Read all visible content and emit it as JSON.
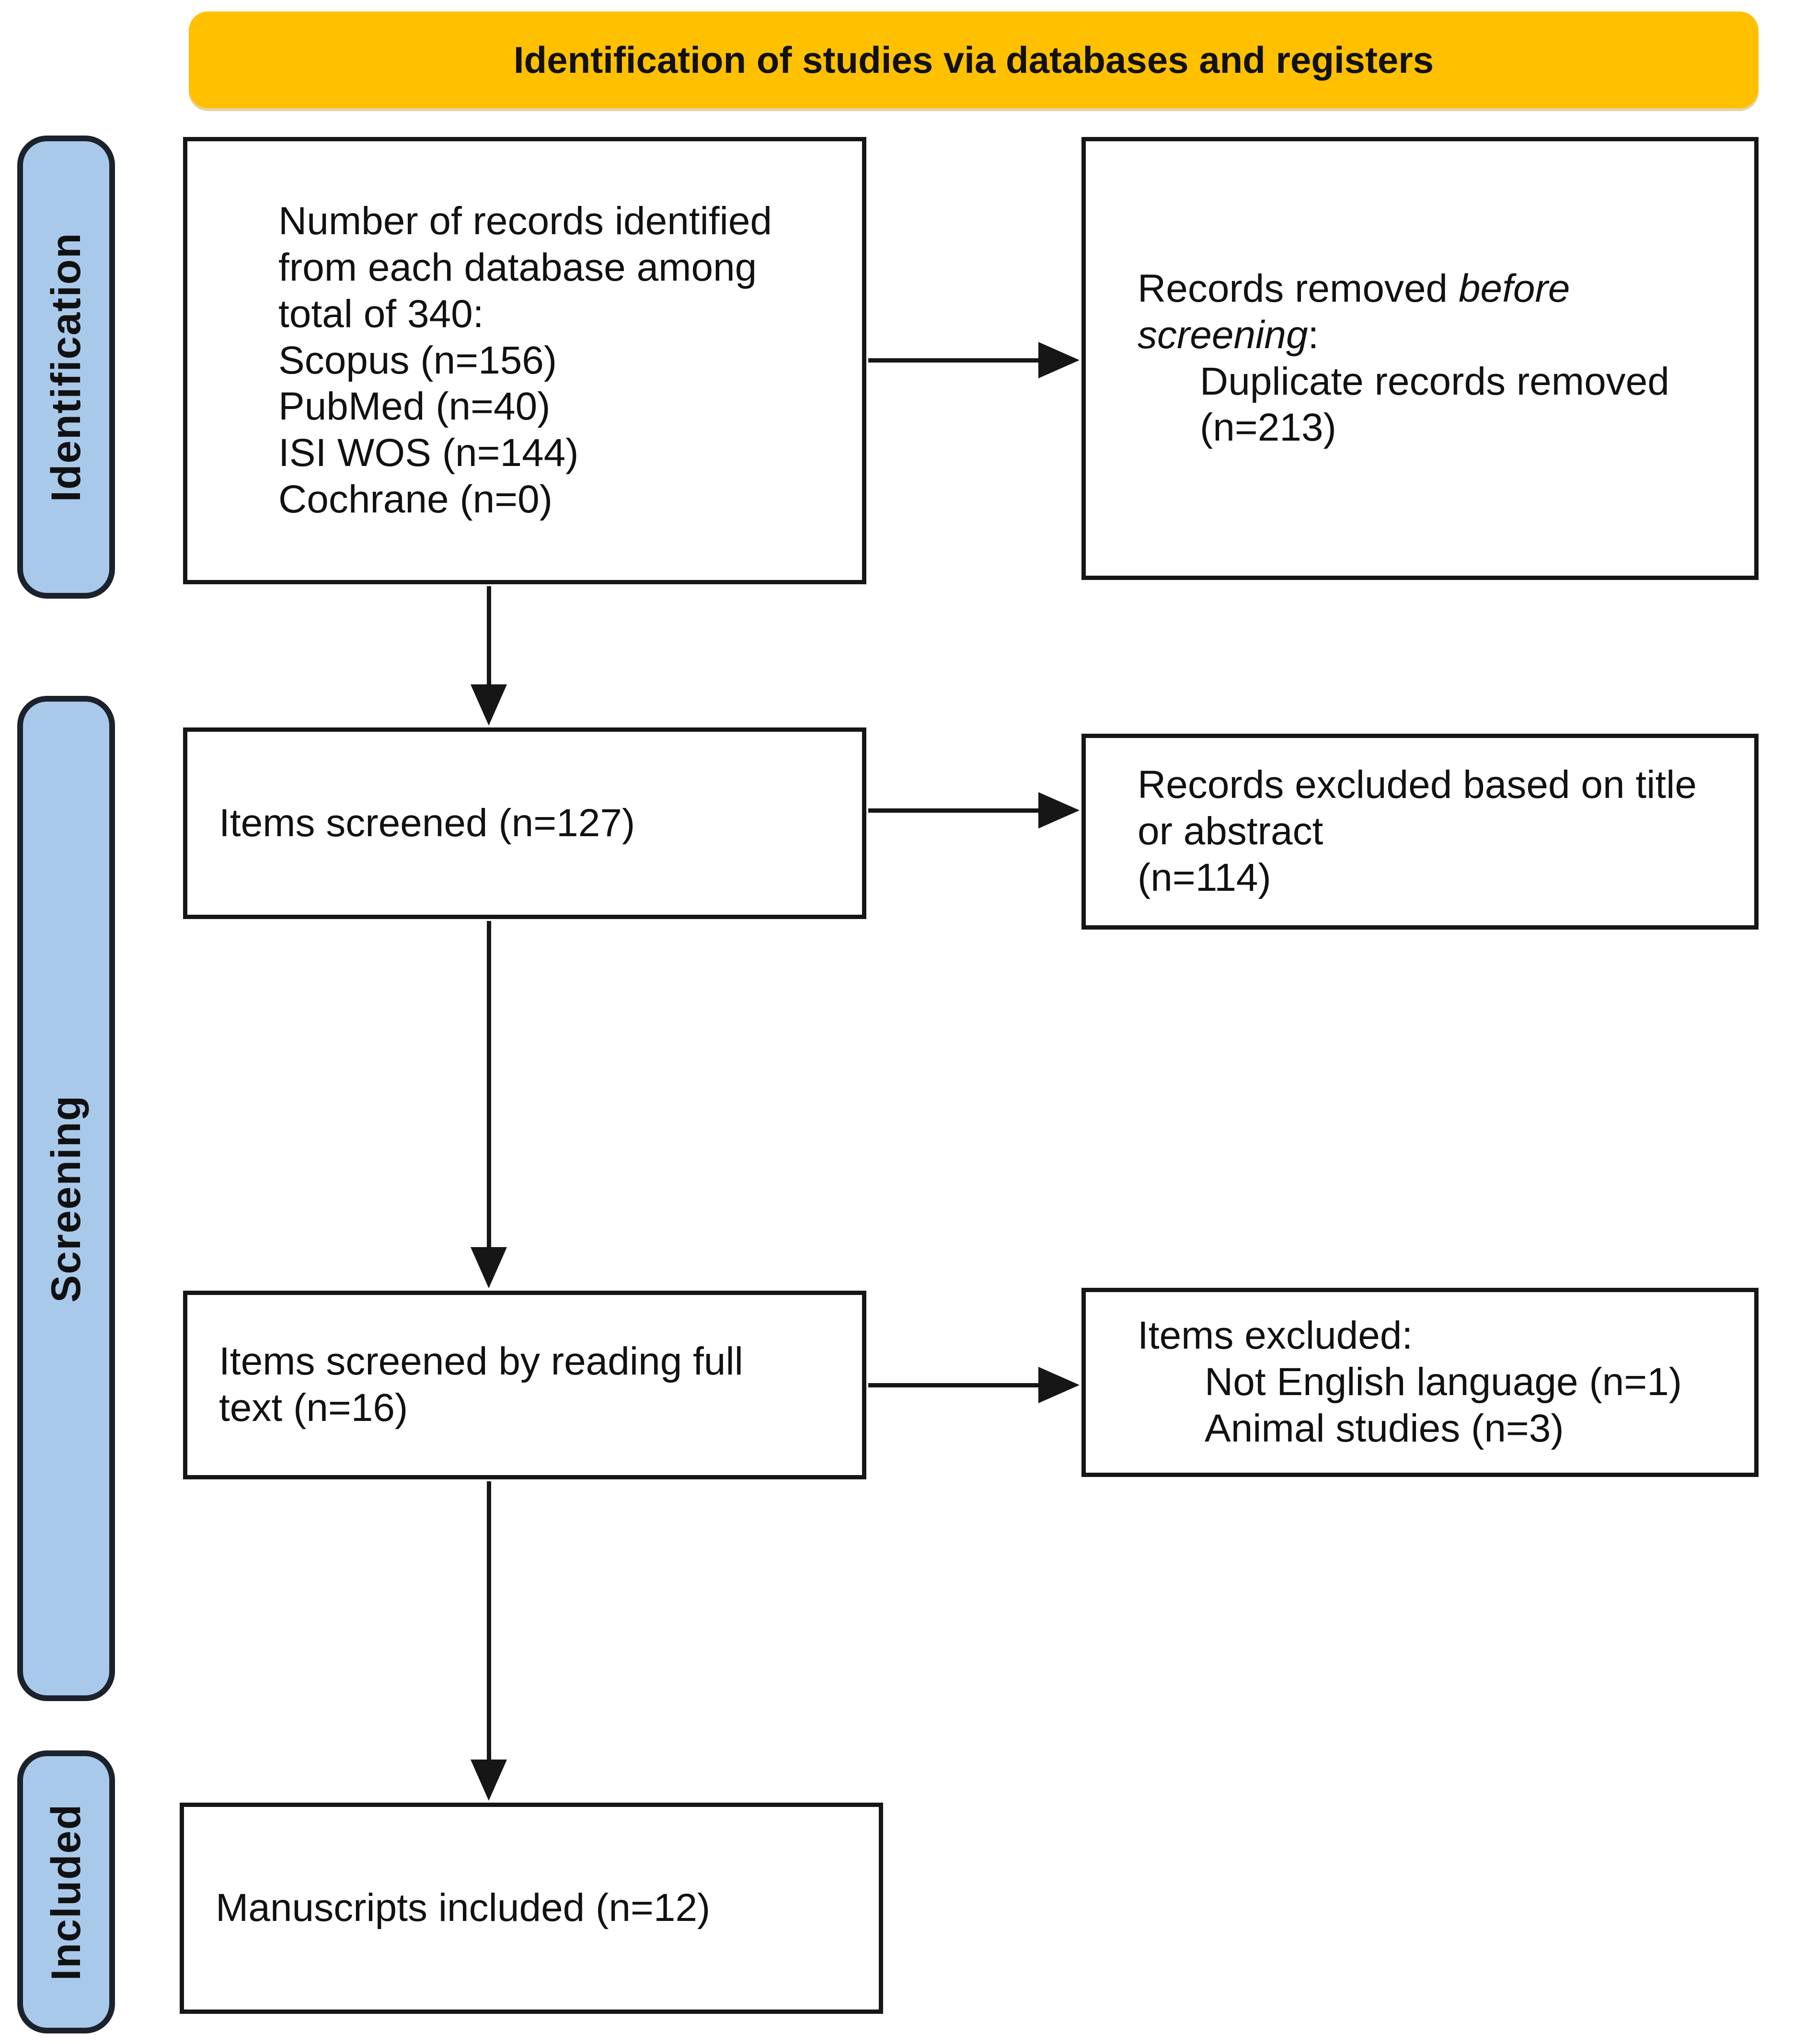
{
  "banner": {
    "title": "Identification of studies via databases and registers"
  },
  "stages": {
    "identification": "Identification",
    "screening": "Screening",
    "included": "Included"
  },
  "boxes": {
    "identified": {
      "text": "Number of records identified\nfrom each database among\ntotal of 340:\nScopus (n=156)\nPubMed (n=40)\nISI WOS (n=144)\nCochrane (n=0)"
    },
    "removed_before_screening": {
      "line1_regular": "Records removed ",
      "line1_italic": "before",
      "line2_italic": "screening",
      "line2_regular": ":",
      "details": [
        "Duplicate records removed",
        "(n=213)"
      ]
    },
    "items_screened": {
      "text": "Items screened (n=127)"
    },
    "excluded_title_abstract": {
      "text": "Records excluded based on title\nor abstract\n(n=114)"
    },
    "fulltext_screened": {
      "text": "Items screened by reading full\ntext (n=16)"
    },
    "items_excluded": {
      "title": "Items excluded:",
      "details": [
        "Not English language (n=1)",
        "Animal studies (n=3)"
      ]
    },
    "manuscripts_included": {
      "text": "Manuscripts included (n=12)"
    }
  },
  "counts": {
    "total_identified": 340,
    "scopus": 156,
    "pubmed": 40,
    "isi_wos": 144,
    "cochrane": 0,
    "duplicates_removed": 213,
    "items_screened": 127,
    "excluded_title_abstract": 114,
    "fulltext_screened": 16,
    "not_english": 1,
    "animal_studies": 3,
    "manuscripts_included": 12
  },
  "colors": {
    "banner_bg": "#FFC000",
    "stage_label_bg": "#A9C9EB",
    "stage_label_border": "#1c222b",
    "box_border": "#161616",
    "arrow": "#161616",
    "text": "#111111",
    "background": "#ffffff"
  }
}
